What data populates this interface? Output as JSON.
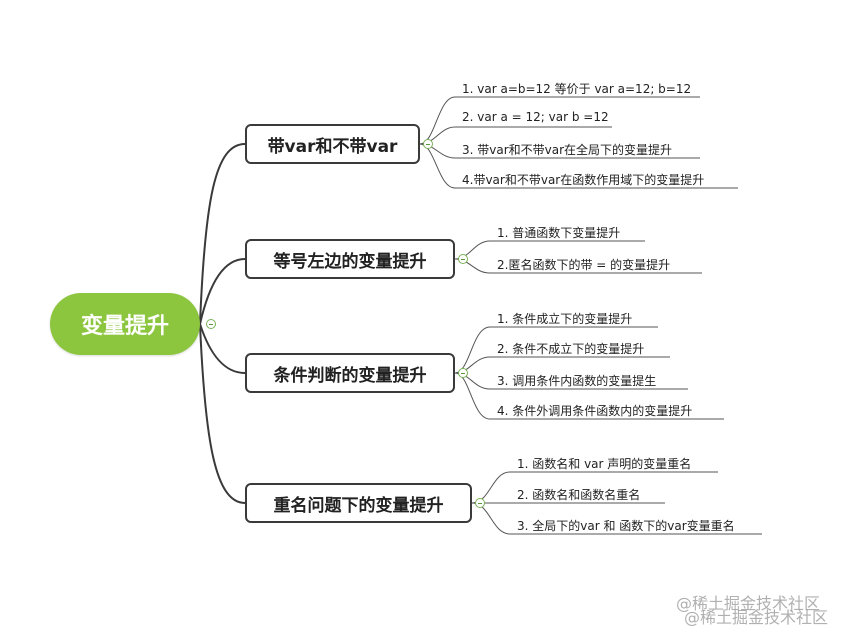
{
  "root": {
    "label": "变量提升"
  },
  "branches": [
    {
      "label": "带var和不带var",
      "items": [
        "1. var a=b=12 等价于 var a=12; b=12",
        "2. var a = 12; var b =12",
        "3. 带var和不带var在全局下的变量提升",
        "4.带var和不带var在函数作用域下的变量提升"
      ]
    },
    {
      "label": "等号左边的变量提升",
      "items": [
        "1. 普通函数下变量提升",
        "2.匿名函数下的带 = 的变量提升"
      ]
    },
    {
      "label": "条件判断的变量提升",
      "items": [
        "1. 条件成立下的变量提升",
        "2. 条件不成立下的变量提升",
        "3. 调用条件内函数的变量提生",
        "4. 条件外调用条件函数内的变量提升"
      ]
    },
    {
      "label": "重名问题下的变量提升",
      "items": [
        "1. 函数名和 var 声明的变量重名",
        "2. 函数名和函数名重名",
        "3. 全局下的var 和 函数下的var变量重名"
      ]
    }
  ],
  "watermark": {
    "line1": "@稀土掘金技术社区",
    "line2": "@稀土掘金技术社区"
  },
  "colors": {
    "root": "#8cc63f",
    "line": "#3a3a3a"
  }
}
